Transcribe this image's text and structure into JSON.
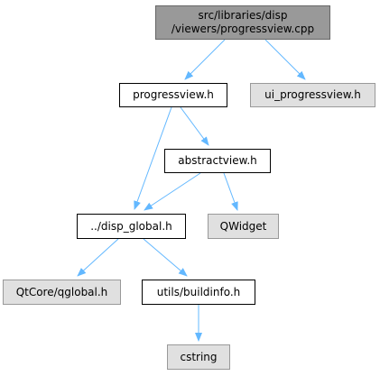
{
  "colors": {
    "root_fill": "#999999",
    "root_border": "#666666",
    "file_fill": "#ffffff",
    "file_border": "#000000",
    "external_fill": "#e0e0e0",
    "external_border": "#999999",
    "edge": "#63b8ff"
  },
  "nodes": {
    "root": {
      "line1": "src/libraries/disp",
      "line2": "/viewers/progressview.cpp"
    },
    "progressview_h": {
      "label": "progressview.h"
    },
    "ui_progressview_h": {
      "label": "ui_progressview.h"
    },
    "abstractview_h": {
      "label": "abstractview.h"
    },
    "disp_global_h": {
      "label": "../disp_global.h"
    },
    "qwidget": {
      "label": "QWidget"
    },
    "qtcore_qglobal_h": {
      "label": "QtCore/qglobal.h"
    },
    "utils_buildinfo_h": {
      "label": "utils/buildinfo.h"
    },
    "cstring": {
      "label": "cstring"
    }
  },
  "edges": [
    {
      "from": "root",
      "to": "progressview_h"
    },
    {
      "from": "root",
      "to": "ui_progressview_h"
    },
    {
      "from": "progressview_h",
      "to": "abstractview_h"
    },
    {
      "from": "progressview_h",
      "to": "disp_global_h"
    },
    {
      "from": "abstractview_h",
      "to": "disp_global_h"
    },
    {
      "from": "abstractview_h",
      "to": "qwidget"
    },
    {
      "from": "disp_global_h",
      "to": "qtcore_qglobal_h"
    },
    {
      "from": "disp_global_h",
      "to": "utils_buildinfo_h"
    },
    {
      "from": "utils_buildinfo_h",
      "to": "cstring"
    }
  ]
}
